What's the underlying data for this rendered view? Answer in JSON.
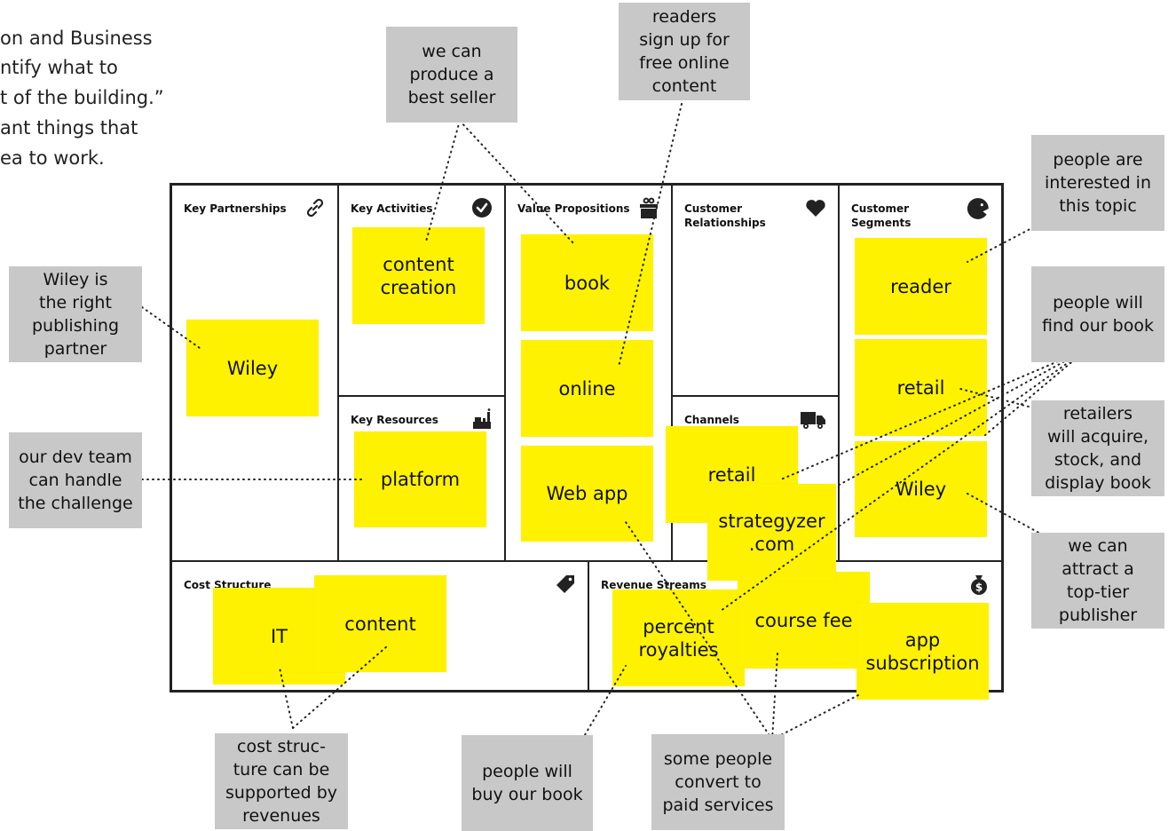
{
  "intro_lines": [
    "on and Business",
    "ntify what to",
    "t of the building.”",
    "ant things that",
    "ea to work."
  ],
  "canvas": {
    "blocks": [
      {
        "id": "key-partnerships",
        "title": "Key Partnerships",
        "icon": "link-icon"
      },
      {
        "id": "key-activities",
        "title": "Key Activities",
        "icon": "checkmark-circle-icon"
      },
      {
        "id": "key-resources",
        "title": "Key Resources",
        "icon": "factory-icon"
      },
      {
        "id": "value-propositions",
        "title": "Value Propositions",
        "icon": "gift-icon"
      },
      {
        "id": "customer-relationships",
        "title": "Customer Relationships",
        "icon": "heart-icon"
      },
      {
        "id": "channels",
        "title": "Channels",
        "icon": "truck-icon"
      },
      {
        "id": "customer-segments",
        "title": "Customer Segments",
        "icon": "head-icon"
      },
      {
        "id": "cost-structure",
        "title": "Cost Structure",
        "icon": "price-tag-icon"
      },
      {
        "id": "revenue-streams",
        "title": "Revenue Streams",
        "icon": "money-bag-icon"
      }
    ]
  },
  "stickies": {
    "wiley_partner": "Wiley",
    "content_creation": "content creation",
    "platform": "platform",
    "book": "book",
    "online": "online",
    "web_app": "Web app",
    "channel_retail": "retail",
    "strategyzer": "strategyzer .com",
    "reader": "reader",
    "segment_retail": "retail",
    "segment_wiley": "Wiley",
    "it": "IT",
    "content": "content",
    "percent_royalties": "percent royalties",
    "course_fee": "course fee",
    "app_subscription": "app subscription"
  },
  "assumptions": {
    "best_seller": "we can\nproduce a\nbest seller",
    "readers_sign_up": "readers\nsign up for\nfree online\ncontent",
    "interested": "people are\ninterested in\nthis topic",
    "find_book": "people will\nfind our book",
    "retailers": "retailers\nwill acquire,\nstock, and\ndisplay book",
    "top_tier": "we can\nattract a\ntop-tier\npublisher",
    "wiley_right": "Wiley is\nthe right\npublishing\npartner",
    "dev_team": "our dev team\ncan handle\nthe challenge",
    "cost_supported": "cost struc-\nture can be\nsupported by\nrevenues",
    "buy_book": "people will\nbuy our book",
    "convert": "some people\nconvert to\npaid services"
  },
  "colors": {
    "sticky": "#fff200",
    "assumption": "#c8c8c8",
    "border": "#222222",
    "connector": "#222222"
  }
}
